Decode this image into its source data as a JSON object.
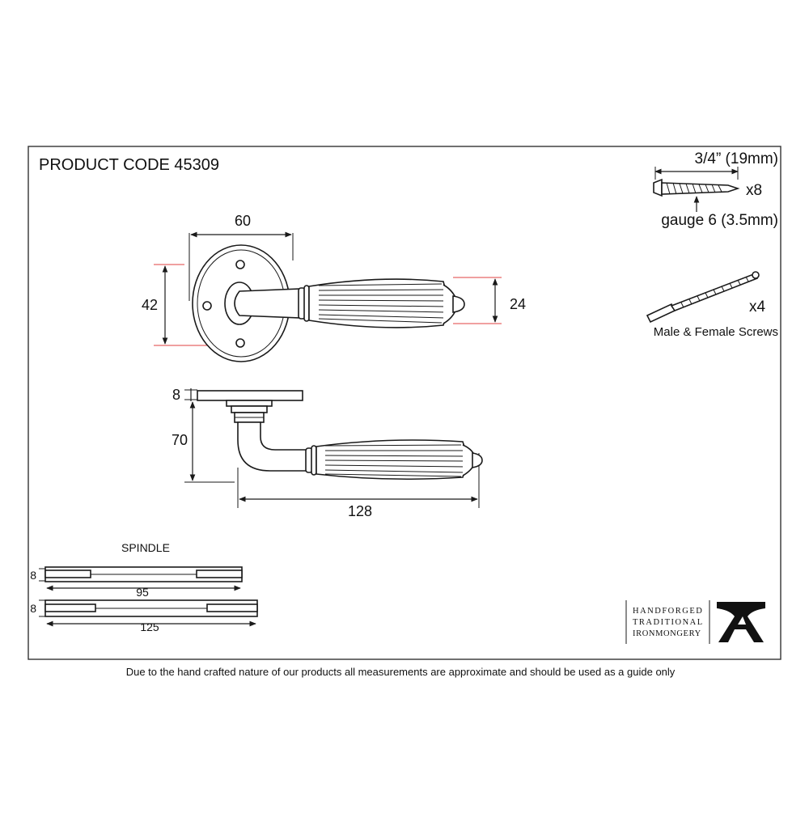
{
  "product_code": "PRODUCT CODE 45309",
  "dimensions": {
    "rose_width": "60",
    "rose_height": "42",
    "grip_height": "24",
    "rose_thickness": "8",
    "projection": "70",
    "lever_length": "128"
  },
  "screws": {
    "length": "3/4” (19mm)",
    "quantity": "x8",
    "gauge": "gauge 6 (3.5mm)"
  },
  "bolts": {
    "quantity": "x4",
    "label": "Male & Female Screws"
  },
  "spindle": {
    "title": "SPINDLE",
    "short": {
      "thickness": "8",
      "length": "95"
    },
    "long": {
      "thickness": "8",
      "length": "125"
    }
  },
  "brand": {
    "line1": "HANDFORGED",
    "line2": "TRADITIONAL",
    "line3": "IRONMONGERY",
    "icon": "anvil-icon"
  },
  "footer": {
    "disclaimer": "Due to the hand crafted nature of our products all measurements are approximate and should be used as a guide only"
  }
}
